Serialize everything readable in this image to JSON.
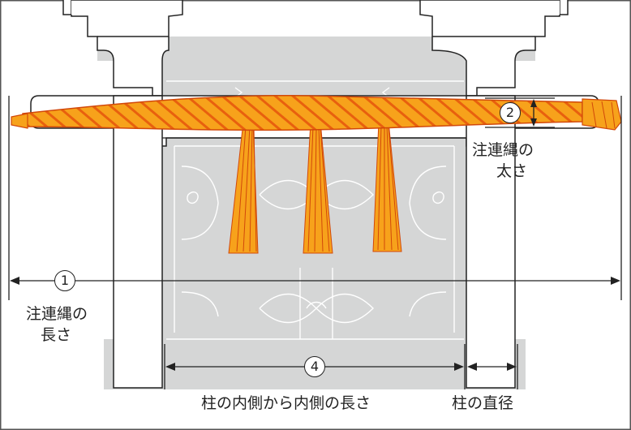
{
  "markers": {
    "rope_length": "1",
    "rope_thickness": "2",
    "inner_width": "4"
  },
  "labels": {
    "rope_length": [
      "注連縄の",
      "長さ"
    ],
    "rope_thickness": [
      "注連縄の",
      "太さ"
    ],
    "inner_width": "柱の内側から内側の長さ",
    "pillar_diameter": "柱の直径"
  },
  "colors": {
    "rope_fill": "#f7a21b",
    "rope_stripe": "#e8600e",
    "structure_gray": "#d5d6d6",
    "outline": "#222222",
    "frame_border": "#555555"
  }
}
